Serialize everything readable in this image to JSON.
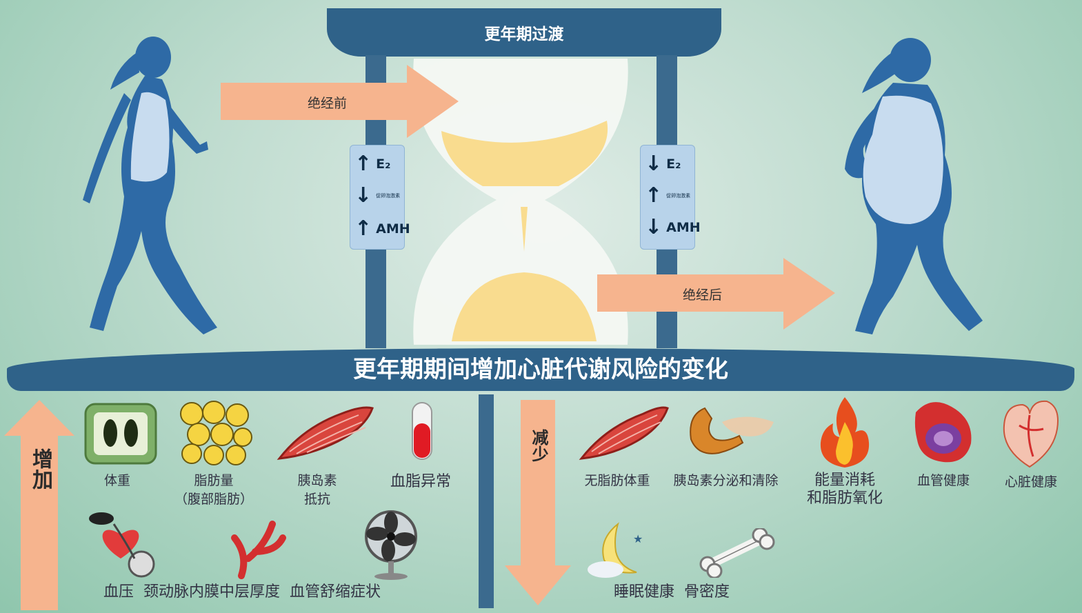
{
  "top_title": "更年期过渡",
  "before_label": "绝经前",
  "after_label": "绝经后",
  "left_box": {
    "e2": "E₂",
    "fsh": "促卵泡激素",
    "amh": "AMH",
    "arrows": [
      "↑",
      "↓",
      "↑"
    ]
  },
  "right_box": {
    "e2": "E₂",
    "fsh": "促卵泡激素",
    "amh": "AMH",
    "arrows": [
      "↓",
      "↑",
      "↓"
    ]
  },
  "band_title": "更年期期间增加心脏代谢风险的变化",
  "increase": {
    "label": "增加",
    "items": [
      {
        "line1": "体重",
        "line2": ""
      },
      {
        "line1": "脂肪量",
        "line2": "（腹部脂肪）"
      },
      {
        "line1": "胰岛素",
        "line2": "抵抗"
      },
      {
        "line1": "血脂异常",
        "line2": ""
      }
    ],
    "bottom_line": "血压  颈动脉内膜中层厚度  血管舒缩症状"
  },
  "decrease": {
    "label": "减少",
    "items": [
      {
        "line1": "无脂肪体重",
        "line2": ""
      },
      {
        "line1": "胰岛素分泌和清除",
        "line2": ""
      },
      {
        "line1": "能量消耗",
        "line2": "和脂肪氧化"
      },
      {
        "line1": "血管健康",
        "line2": ""
      },
      {
        "line1": "心脏健康",
        "line2": ""
      }
    ],
    "bottom_line": "睡眠健康  骨密度"
  },
  "colors": {
    "navy": "#2f6289",
    "silhouette": "#2e6aa6",
    "arrow": "#f6b48e",
    "sand": "#f9dc8f"
  }
}
